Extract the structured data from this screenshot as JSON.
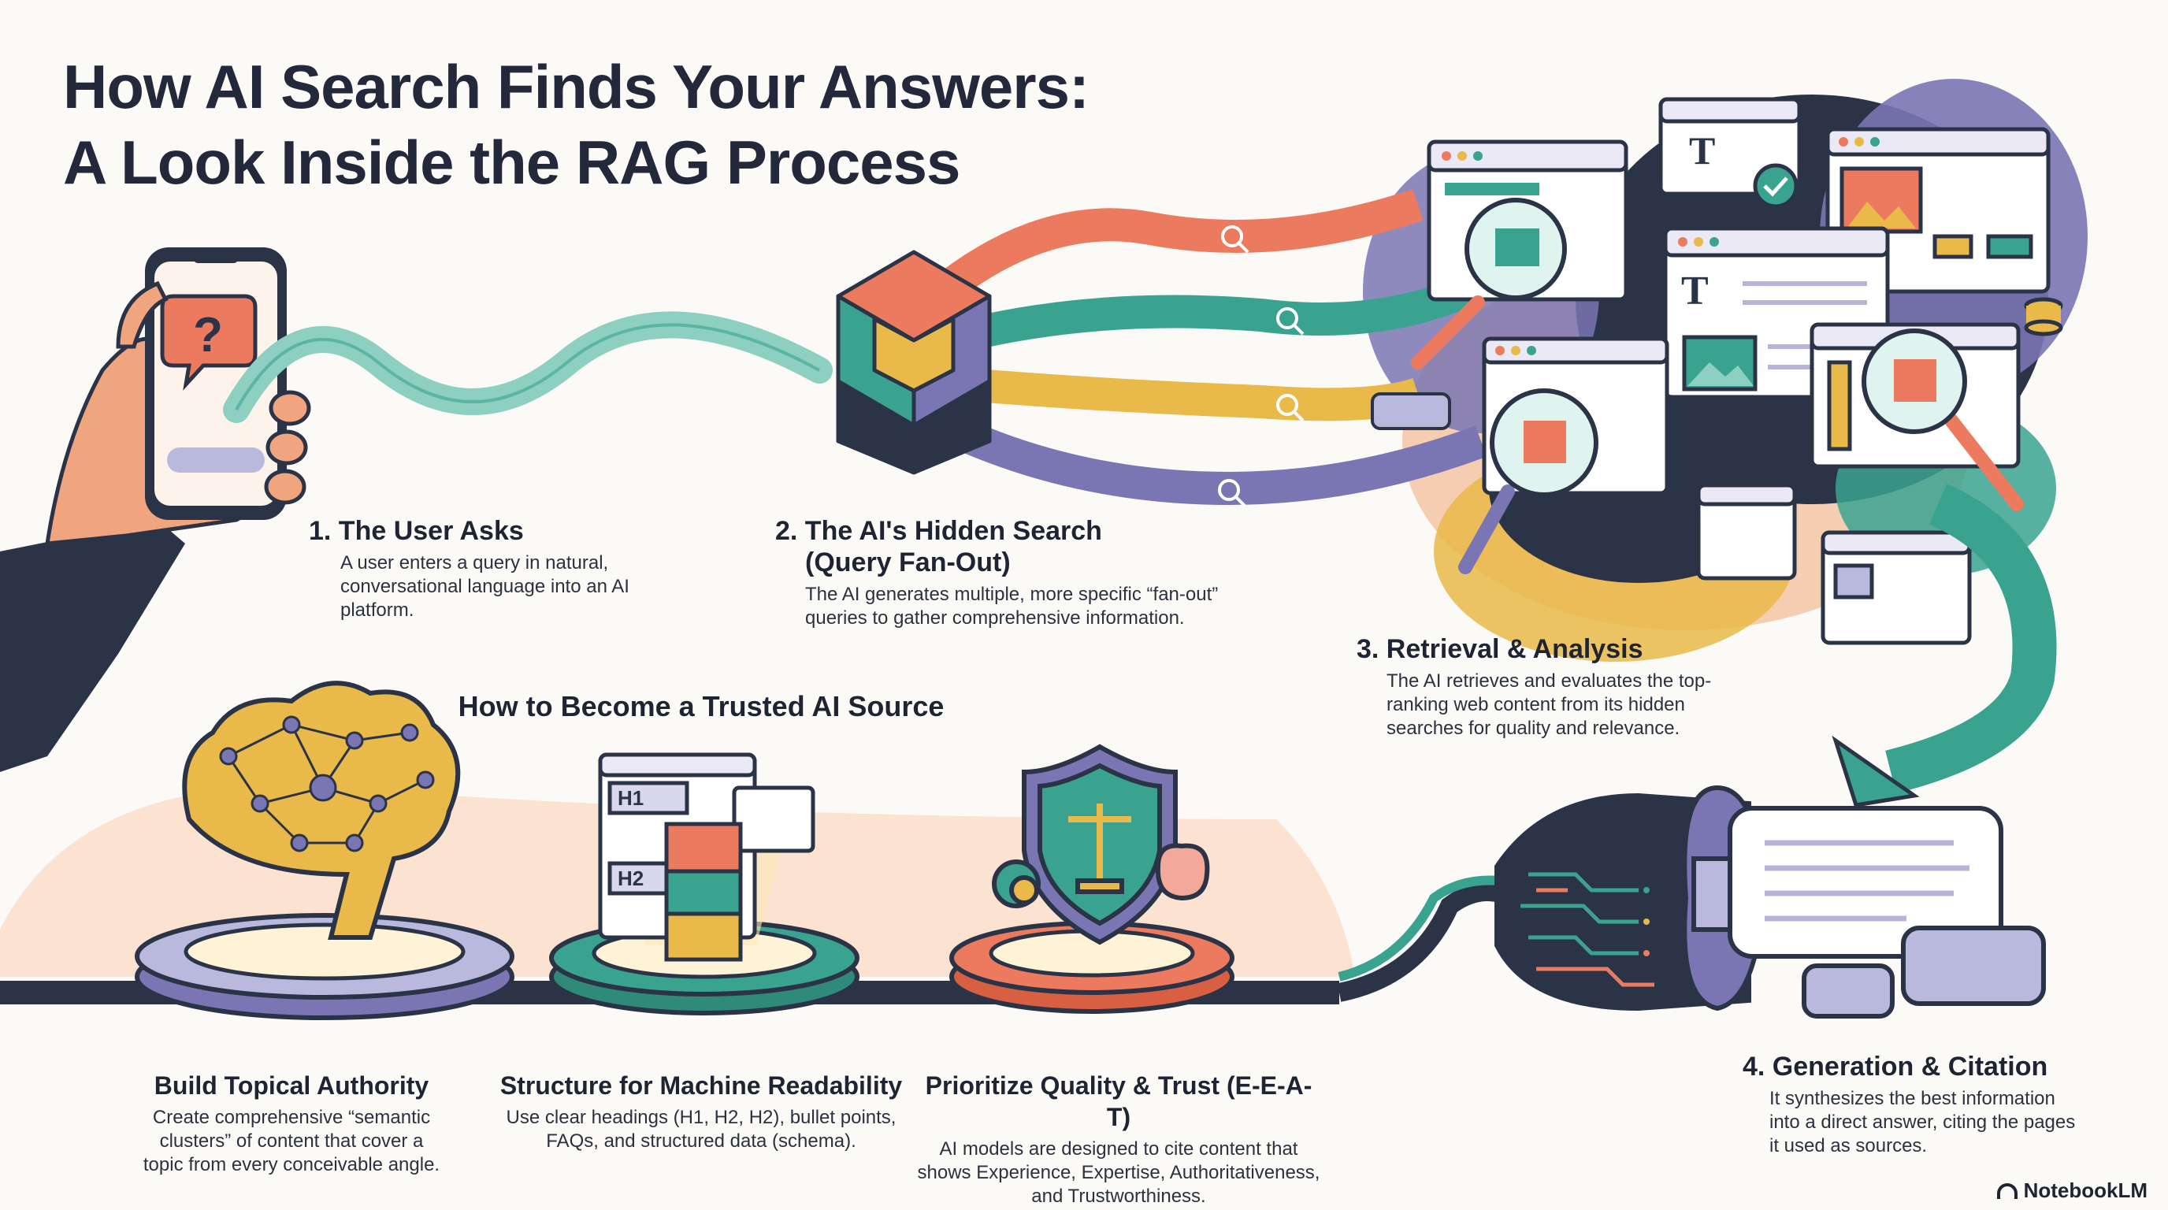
{
  "title": {
    "line1": "How AI Search Finds Your Answers:",
    "line2": "A Look Inside the RAG Process"
  },
  "steps": [
    {
      "heading": "1. The User Asks",
      "body": "A user enters a query in natural, conversational language into an AI platform."
    },
    {
      "heading": "2. The AI's Hidden Search",
      "heading2": "(Query Fan-Out)",
      "body": "The AI generates multiple, more specific “fan-out” queries to gather comprehensive information."
    },
    {
      "heading": "3. Retrieval & Analysis",
      "body": "The AI retrieves and evaluates the top-ranking web content from its hidden searches for quality and relevance."
    },
    {
      "heading": "4. Generation & Citation",
      "body": "It synthesizes the best information into a direct answer, citing the pages it used as sources."
    }
  ],
  "trusted": {
    "title": "How to Become a Trusted AI Source",
    "items": [
      {
        "heading": "Build Topical Authority",
        "body": "Create comprehensive “semantic clusters” of content that cover a topic from every conceivable angle."
      },
      {
        "heading": "Structure for Machine Readability",
        "body": "Use clear headings (H1, H2, H2), bullet points, FAQs, and structured data (schema)."
      },
      {
        "heading": "Prioritize Quality & Trust (E-E-A-T)",
        "body": "AI models are designed to cite content that shows Experience, Expertise, Authoritativeness, and Trustworthiness."
      }
    ]
  },
  "labels": {
    "h1": "H1",
    "h2": "H2",
    "t": "T",
    "question": "?"
  },
  "brand": "NotebookLM",
  "colors": {
    "coral": "#ec7a5f",
    "teal": "#3aa390",
    "mint": "#8dcfc0",
    "mustard": "#e9b949",
    "purple": "#7a76b3",
    "navy": "#2b3347"
  }
}
